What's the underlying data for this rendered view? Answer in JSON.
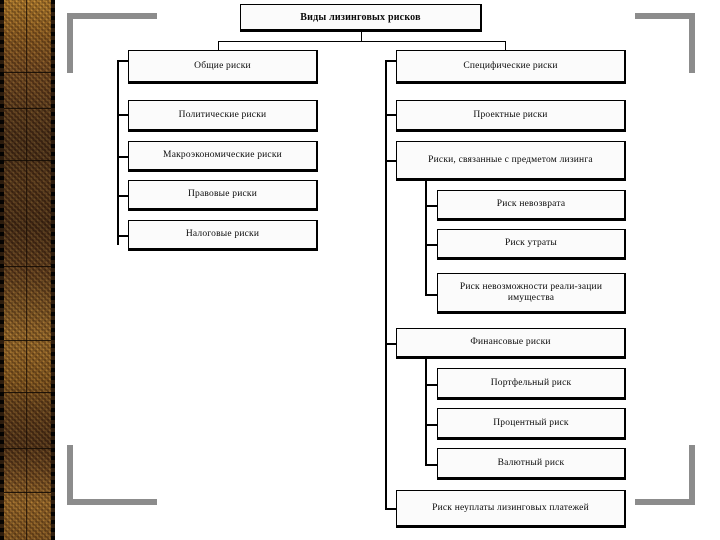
{
  "slide": {
    "title": "Виды лизинговых рисков",
    "background_color": "#ffffff",
    "accent_color": "#8c8c8c",
    "band_color": "#6d4520"
  },
  "diagram": {
    "type": "tree",
    "root": "Виды лизинговых рисков",
    "branches": [
      {
        "name": "Общие риски",
        "children": [
          "Политические риски",
          "Макроэкономические риски",
          "Правовые риски",
          "Налоговые риски"
        ]
      },
      {
        "name": "Специфические риски",
        "children": [
          "Проектные риски",
          "Риски, связанные с предметом лизинга",
          "Финансовые риски",
          "Риск неуплаты лизинговых платежей"
        ]
      }
    ],
    "sub_groups": [
      {
        "parent": "Риски, связанные с предметом лизинга",
        "children": [
          "Риск невозврата",
          "Риск утраты",
          "Риск невозможности реали-зации имущества"
        ]
      },
      {
        "parent": "Финансовые риски",
        "children": [
          "Портфельный риск",
          "Процентный риск",
          "Валютный риск"
        ]
      }
    ]
  },
  "nodes": {
    "root": "Виды лизинговых рисков",
    "general": "Общие риски",
    "political": "Политические риски",
    "macro": "Макроэкономические риски",
    "legal": "Правовые риски",
    "tax": "Налоговые риски",
    "specific": "Специфические риски",
    "project": "Проектные риски",
    "asset_related": "Риски, связанные с предметом лизинга",
    "non_return": "Риск невозврата",
    "loss": "Риск утраты",
    "no_sale": "Риск невозможности реали-зации имущества",
    "financial": "Финансовые риски",
    "portfolio": "Портфельный риск",
    "interest": "Процентный риск",
    "currency": "Валютный риск",
    "non_payment": "Риск неуплаты лизинговых платежей"
  }
}
